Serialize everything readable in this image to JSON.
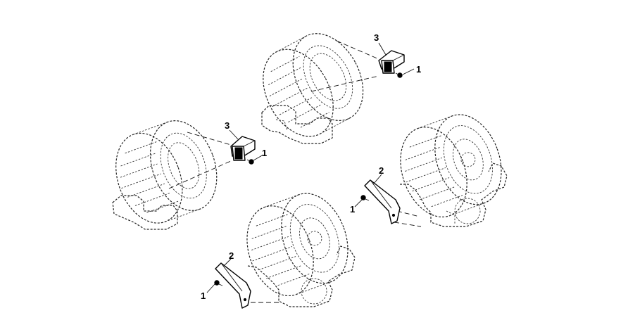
{
  "callouts": {
    "top_bracket_number": "3",
    "top_bolt_number": "1",
    "left_bracket_number": "3",
    "left_bolt_number": "1",
    "right_bracket_number": "2",
    "right_bolt_number": "1",
    "bottom_bracket_number": "2",
    "bottom_bolt_number": "1"
  }
}
